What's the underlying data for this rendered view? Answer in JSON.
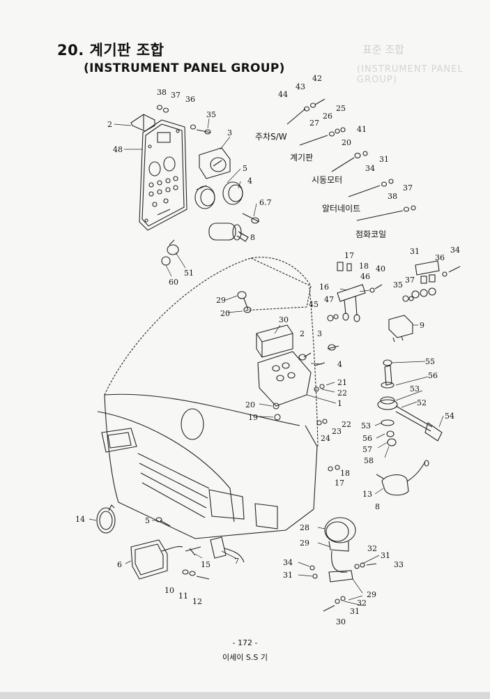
{
  "header": {
    "title_kr": "20. 계기판 조합",
    "title_en": "(INSTRUMENT PANEL GROUP)",
    "ghost_kr": "표준 조합",
    "ghost_en": "(INSTRUMENT PANEL GROUP)"
  },
  "wire_labels": {
    "parking_switch": "주차S/W",
    "gauge_panel": "계기판",
    "starter_motor": "시동모터",
    "alternator": "알터네이트",
    "ignition_coil": "점화코일"
  },
  "callouts": [
    {
      "id": "c38a",
      "text": "38"
    },
    {
      "id": "c37a",
      "text": "37"
    },
    {
      "id": "c36a",
      "text": "36"
    },
    {
      "id": "c2a",
      "text": "2"
    },
    {
      "id": "c35a",
      "text": "35"
    },
    {
      "id": "c3a",
      "text": "3"
    },
    {
      "id": "c48",
      "text": "48"
    },
    {
      "id": "c5a",
      "text": "5"
    },
    {
      "id": "c4a",
      "text": "4"
    },
    {
      "id": "c67",
      "text": "6.7"
    },
    {
      "id": "c8a",
      "text": "8"
    },
    {
      "id": "c51",
      "text": "51"
    },
    {
      "id": "c60",
      "text": "60"
    },
    {
      "id": "c44",
      "text": "44"
    },
    {
      "id": "c43",
      "text": "43"
    },
    {
      "id": "c42",
      "text": "42"
    },
    {
      "id": "c25",
      "text": "25"
    },
    {
      "id": "c26",
      "text": "26"
    },
    {
      "id": "c27",
      "text": "27"
    },
    {
      "id": "c41",
      "text": "41"
    },
    {
      "id": "c20a",
      "text": "20"
    },
    {
      "id": "c31a",
      "text": "31"
    },
    {
      "id": "c34a",
      "text": "34"
    },
    {
      "id": "c37b",
      "text": "37"
    },
    {
      "id": "c38b",
      "text": "38"
    },
    {
      "id": "c17a",
      "text": "17"
    },
    {
      "id": "c18a",
      "text": "18"
    },
    {
      "id": "c40",
      "text": "40"
    },
    {
      "id": "c46",
      "text": "46"
    },
    {
      "id": "c16",
      "text": "16"
    },
    {
      "id": "c47",
      "text": "47"
    },
    {
      "id": "c45",
      "text": "45"
    },
    {
      "id": "c31b",
      "text": "31"
    },
    {
      "id": "c34b",
      "text": "34"
    },
    {
      "id": "c36b",
      "text": "36"
    },
    {
      "id": "c37c",
      "text": "37"
    },
    {
      "id": "c35b",
      "text": "35"
    },
    {
      "id": "c9",
      "text": "9"
    },
    {
      "id": "c29a",
      "text": "29"
    },
    {
      "id": "c20b",
      "text": "20"
    },
    {
      "id": "c30a",
      "text": "30"
    },
    {
      "id": "c2b",
      "text": "2"
    },
    {
      "id": "c3b",
      "text": "3"
    },
    {
      "id": "c4b",
      "text": "4"
    },
    {
      "id": "c21",
      "text": "21"
    },
    {
      "id": "c22a",
      "text": "22"
    },
    {
      "id": "c1",
      "text": "1"
    },
    {
      "id": "c20c",
      "text": "20"
    },
    {
      "id": "c19",
      "text": "19"
    },
    {
      "id": "c22b",
      "text": "22"
    },
    {
      "id": "c23",
      "text": "23"
    },
    {
      "id": "c24",
      "text": "24"
    },
    {
      "id": "c55",
      "text": "55"
    },
    {
      "id": "c56a",
      "text": "56"
    },
    {
      "id": "c53a",
      "text": "53"
    },
    {
      "id": "c52",
      "text": "52"
    },
    {
      "id": "c54",
      "text": "54"
    },
    {
      "id": "c53b",
      "text": "53"
    },
    {
      "id": "c56b",
      "text": "56"
    },
    {
      "id": "c57",
      "text": "57"
    },
    {
      "id": "c58",
      "text": "58"
    },
    {
      "id": "c18b",
      "text": "18"
    },
    {
      "id": "c17b",
      "text": "17"
    },
    {
      "id": "c13",
      "text": "13"
    },
    {
      "id": "c8b",
      "text": "8"
    },
    {
      "id": "c14",
      "text": "14"
    },
    {
      "id": "c5b",
      "text": "5"
    },
    {
      "id": "c6",
      "text": "6"
    },
    {
      "id": "c15",
      "text": "15"
    },
    {
      "id": "c7",
      "text": "7"
    },
    {
      "id": "c10",
      "text": "10"
    },
    {
      "id": "c11",
      "text": "11"
    },
    {
      "id": "c12",
      "text": "12"
    },
    {
      "id": "c28",
      "text": "28"
    },
    {
      "id": "c29b",
      "text": "29"
    },
    {
      "id": "c32a",
      "text": "32"
    },
    {
      "id": "c31c",
      "text": "31"
    },
    {
      "id": "c33",
      "text": "33"
    },
    {
      "id": "c34c",
      "text": "34"
    },
    {
      "id": "c31d",
      "text": "31"
    },
    {
      "id": "c29c",
      "text": "29"
    },
    {
      "id": "c32b",
      "text": "32"
    },
    {
      "id": "c31e",
      "text": "31"
    },
    {
      "id": "c30b",
      "text": "30"
    }
  ],
  "footer": {
    "page": "- 172 -",
    "model": "이세이 S.S 기"
  }
}
